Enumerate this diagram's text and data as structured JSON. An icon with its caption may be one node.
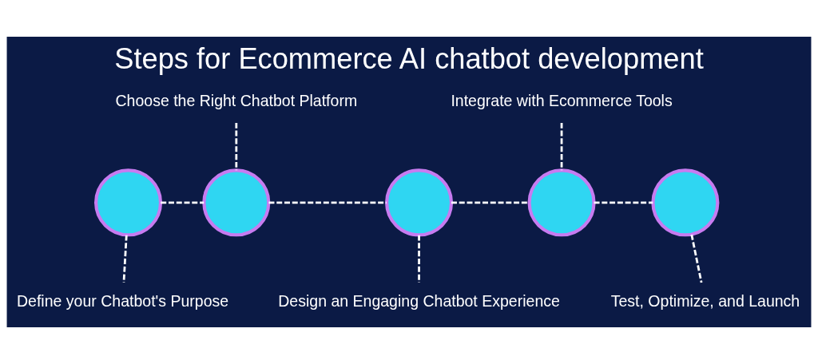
{
  "diagram": {
    "title": "Steps for Ecommerce AI chatbot development",
    "nodes": [
      {
        "text": [],
        "shape": "circle"
      },
      {
        "text": [],
        "shape": "circle"
      },
      {
        "text": [],
        "shape": "circle"
      },
      {
        "text": [],
        "shape": "circle"
      },
      {
        "text": [],
        "shape": "circle"
      },
      {
        "text": [
          "Define your Chatbot's Purpose"
        ]
      },
      {
        "text": [
          "Choose the Right Chatbot Platform"
        ]
      },
      {
        "text": [
          "Design an Engaging Chatbot Experience"
        ]
      },
      {
        "text": [
          "Integrate with Ecommerce Tools"
        ]
      },
      {
        "text": [
          "Test, Optimize, and Launch"
        ]
      }
    ],
    "edges": [
      {
        "from": 0,
        "to": 1,
        "arrow": "none",
        "style": "dashed"
      },
      {
        "from": 1,
        "to": 2,
        "arrow": "none",
        "style": "dashed"
      },
      {
        "from": 2,
        "to": 3,
        "arrow": "none",
        "style": "dashed"
      },
      {
        "from": 3,
        "to": 4,
        "arrow": "none",
        "style": "dashed"
      },
      {
        "from": 0,
        "to": 5,
        "arrow": "none",
        "style": "dashed"
      },
      {
        "from": 6,
        "to": 1,
        "arrow": "none",
        "style": "dashed"
      },
      {
        "from": 2,
        "to": 7,
        "arrow": "none",
        "style": "dashed"
      },
      {
        "from": 8,
        "to": 3,
        "arrow": "none",
        "style": "dashed"
      },
      {
        "from": 4,
        "to": 9,
        "arrow": "none",
        "style": "dashed"
      }
    ]
  }
}
